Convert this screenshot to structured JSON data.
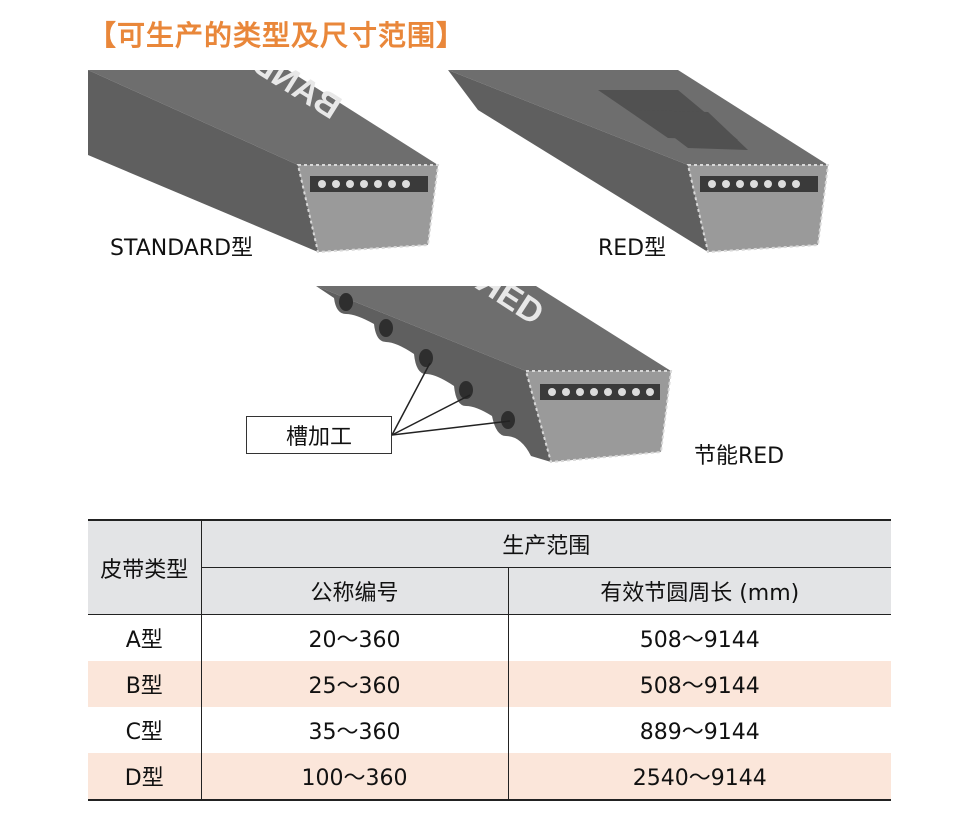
{
  "title": "【可生产的类型及尺寸范围】",
  "figures": {
    "standard_label": "STANDARD型",
    "red_label": "RED型",
    "groove_callout": "槽加工",
    "eco_label": "节能RED"
  },
  "table": {
    "col_type": "皮带类型",
    "col_range": "生产范围",
    "col_nominal": "公称编号",
    "col_length": "有效节圆周长 (mm)",
    "rows": [
      {
        "type": "A型",
        "nominal": "20～360",
        "length": "508～9144"
      },
      {
        "type": "B型",
        "nominal": "25～360",
        "length": "508～9144"
      },
      {
        "type": "C型",
        "nominal": "35～360",
        "length": "889～9144"
      },
      {
        "type": "D型",
        "nominal": "100～360",
        "length": "2540～9144"
      }
    ]
  },
  "colors": {
    "title": "#e9873a",
    "header_bg": "#e3e4e6",
    "alt_row_bg": "#fbe6da",
    "belt_dark": "#6e6e6e",
    "belt_face": "#8c8c8c"
  }
}
